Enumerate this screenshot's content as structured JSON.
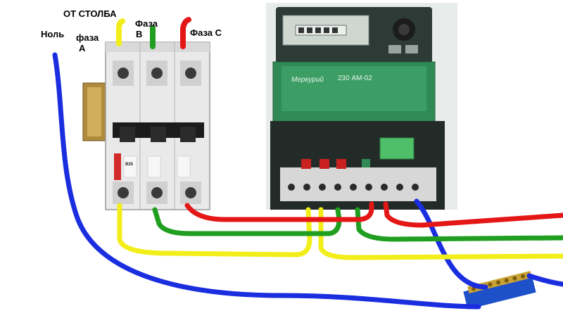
{
  "labels": {
    "from_pole": "ОТ СТОЛБА",
    "neutral": "Ноль",
    "phase_a_word": "фаза",
    "phase_a_letter": "А",
    "phase_b_word": "Фаза",
    "phase_b_letter": "В",
    "phase_c": "Фаза С"
  },
  "meter": {
    "brand": "Меркурий",
    "model": "230 АМ-02"
  },
  "breaker": {
    "rating": "B25"
  },
  "colors": {
    "neutral_wire": "#1a2ee0",
    "phase_a_wire": "#f2ee1a",
    "phase_b_wire": "#1f9e1f",
    "phase_c_wire": "#e41616",
    "meter_panel": "#2f8a55",
    "breaker_body": "#e8e8e8"
  }
}
